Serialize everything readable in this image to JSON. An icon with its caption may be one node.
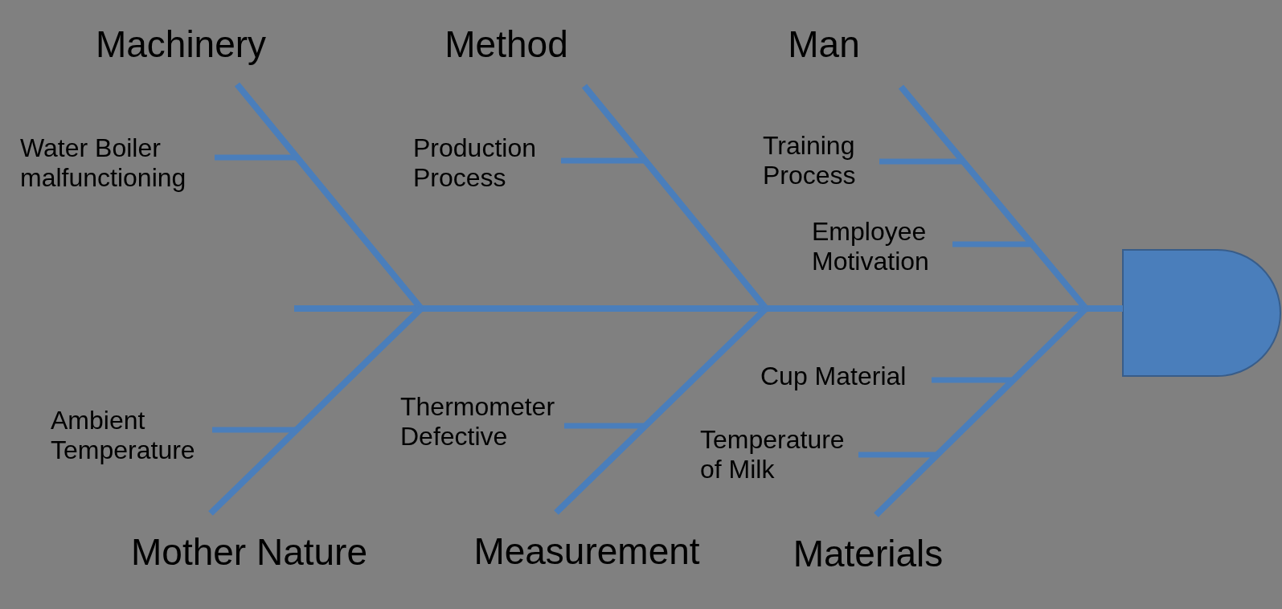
{
  "diagram": {
    "nodes": [
      {
        "text": [
          "Machinery"
        ]
      },
      {
        "text": [
          "Method"
        ]
      },
      {
        "text": [
          "Man"
        ]
      },
      {
        "text": [
          "Mother Nature"
        ]
      },
      {
        "text": [
          "Measurement"
        ]
      },
      {
        "text": [
          "Materials"
        ]
      },
      {
        "text": [
          "Water Boiler malfunctioning"
        ]
      },
      {
        "text": [
          "Production Process"
        ]
      },
      {
        "text": [
          "Training Process"
        ]
      },
      {
        "text": [
          "Employee Motivation"
        ]
      },
      {
        "text": [
          "Ambient Temperature"
        ]
      },
      {
        "text": [
          "Thermometer Defective"
        ]
      },
      {
        "text": [
          "Cup Material"
        ]
      },
      {
        "text": [
          "Temperature of Milk"
        ]
      },
      {
        "text": [],
        "shape": "box"
      }
    ],
    "edges": [
      {
        "from": null,
        "to": 14,
        "arrow": "none"
      },
      {
        "from": 0,
        "to": null,
        "arrow": "none"
      },
      {
        "from": 1,
        "to": null,
        "arrow": "none"
      },
      {
        "from": 2,
        "to": null,
        "arrow": "none"
      },
      {
        "from": 3,
        "to": null,
        "arrow": "none"
      },
      {
        "from": 4,
        "to": null,
        "arrow": "none"
      },
      {
        "from": 5,
        "to": null,
        "arrow": "none"
      },
      {
        "from": 6,
        "to": null,
        "arrow": "none"
      },
      {
        "from": 7,
        "to": null,
        "arrow": "none"
      },
      {
        "from": 8,
        "to": null,
        "arrow": "none"
      },
      {
        "from": 9,
        "to": null,
        "arrow": "none"
      },
      {
        "from": 10,
        "to": null,
        "arrow": "none"
      },
      {
        "from": 11,
        "to": null,
        "arrow": "none"
      },
      {
        "from": 12,
        "to": null,
        "arrow": "none"
      },
      {
        "from": 13,
        "to": null,
        "arrow": "none"
      }
    ]
  }
}
